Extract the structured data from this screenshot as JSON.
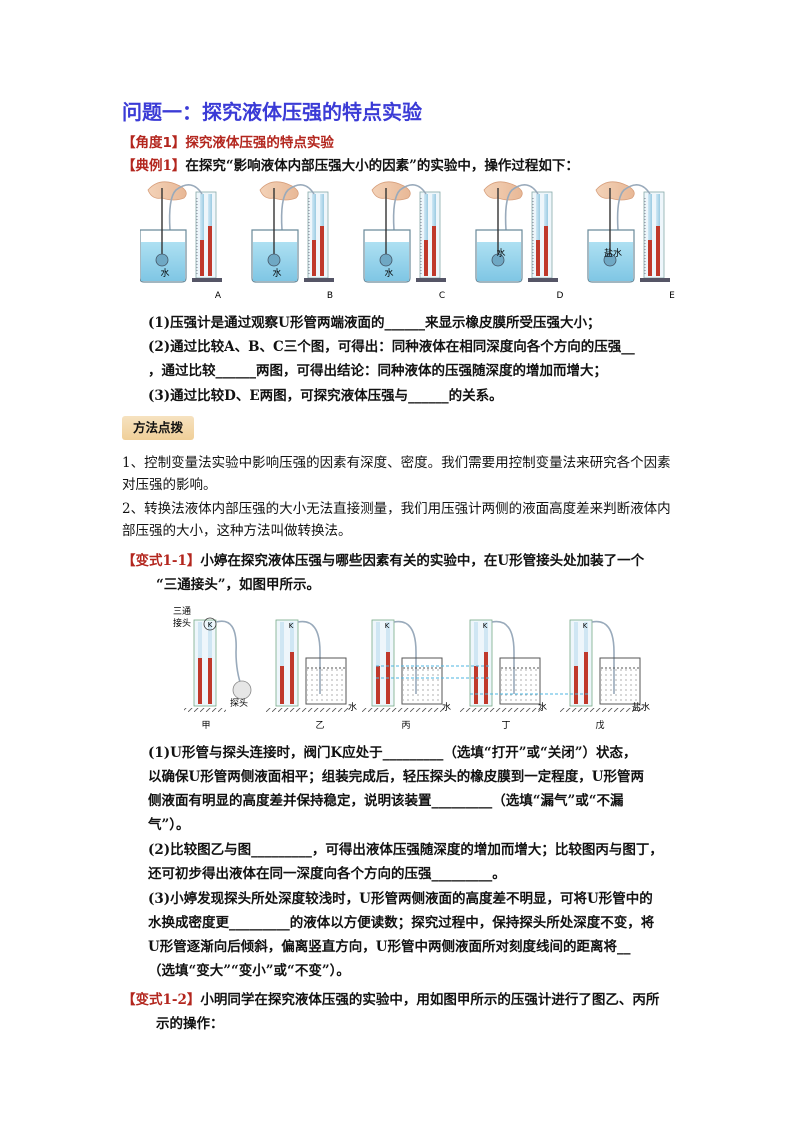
{
  "title": "问题一：探究液体压强的特点实验",
  "angle1": {
    "tag": "【角度1】",
    "text": "探究液体压强的特点实验"
  },
  "ex1": {
    "tag": "【典例1】",
    "intro": "在探究“影响液体内部压强大小的因素”的实验中，操作过程如下：",
    "fig_labels": [
      "A",
      "B",
      "C",
      "D",
      "E"
    ],
    "water": "水",
    "salt_water_label": "盐水",
    "q1": "(1)压强计是通过观察U形管两端液面的______来显示橡皮膜所受压强大小；",
    "q2a": "(2)通过比较A、B、C三个图，可得出：同种液体在相同深度向各个方向的压强__",
    "q2b": "，通过比较______两图，可得出结论：同种液体的压强随深度的增加而增大；",
    "q3": "(3)通过比较D、E两图，可探究液体压强与______的关系。"
  },
  "method": {
    "label": "方法点拨",
    "p1": "1、控制变量法实验中影响压强的因素有深度、密度。我们需要用控制变量法来研究各个因素对压强的影响。",
    "p2": "2、转换法液体内部压强的大小无法直接测量，我们用压强计两侧的液面高度差来判断液体内部压强的大小，这种方法叫做转换法。"
  },
  "var11": {
    "tag": "【变式1-1】",
    "intro_a": "小婷在探究液体压强与哪些因素有关的实验中，在U形管接头处加装了一个",
    "intro_b": "“三通接头”，如图甲所示。",
    "fig": {
      "three_way_a": "三通",
      "three_way_b": "接头",
      "valve": "K",
      "probe": "探头",
      "water": "水",
      "salt_water": "盐水",
      "labels": [
        "甲",
        "乙",
        "丙",
        "丁",
        "戊"
      ]
    },
    "q1a": "(1)U形管与探头连接时，阀门K应处于_________（选填“打开”或“关闭”）状态，",
    "q1b": "以确保U形管两侧液面相平；组装完成后，轻压探头的橡皮膜到一定程度，U形管两",
    "q1c": "侧液面有明显的高度差并保持稳定，说明该装置_________（选填“漏气”或“不漏",
    "q1d": "气”）。",
    "q2a": "(2)比较图乙与图_________，可得出液体压强随深度的增加而增大；比较图丙与图丁，",
    "q2b": "还可初步得出液体在同一深度向各个方向的压强_________。",
    "q3a": "(3)小婷发现探头所处深度较浅时，U形管两侧液面的高度差不明显，可将U形管中的",
    "q3b": "水换成密度更_________的液体以方便读数；探究过程中，保持探头所处深度不变，将",
    "q3c": "U形管逐渐向后倾斜，偏离竖直方向，U形管中两侧液面所对刻度线间的距离将__",
    "q3d": "（选填“变大”“变小”或“不变”）。"
  },
  "var12": {
    "tag": "【变式1-2】",
    "intro_a": "小明同学在探究液体压强的实验中，用如图甲所示的压强计进行了图乙、丙所",
    "intro_b": "示的操作："
  }
}
